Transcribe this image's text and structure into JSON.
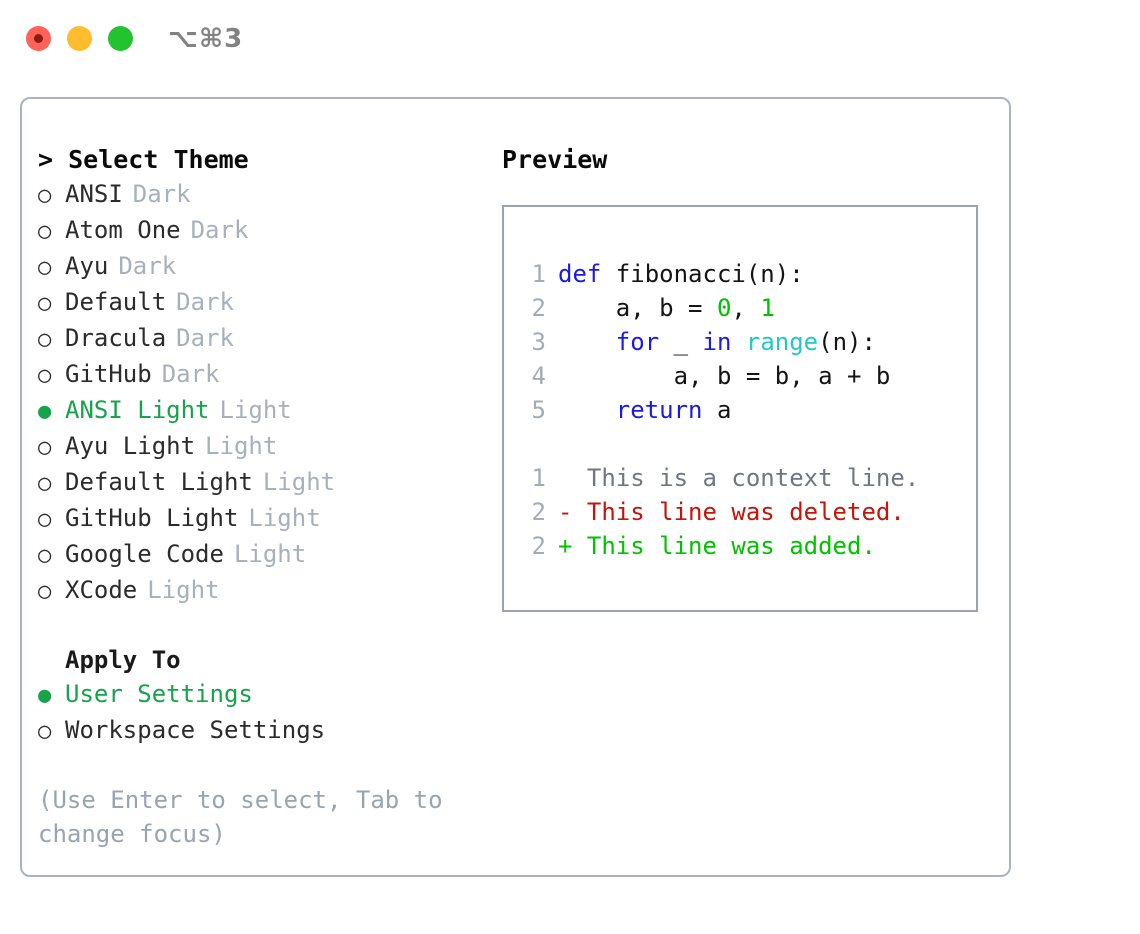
{
  "titlebar": {
    "buttons": [
      {
        "name": "close",
        "color": "#ff6257"
      },
      {
        "name": "minimize",
        "color": "#ffbd2e"
      },
      {
        "name": "zoom",
        "color": "#22c32e"
      }
    ],
    "shortcut": "⌥⌘3"
  },
  "left": {
    "heading": "> Select Theme",
    "themes": [
      {
        "marker": "○",
        "name": "ANSI",
        "kind": "Dark",
        "selected": false
      },
      {
        "marker": "○",
        "name": "Atom One",
        "kind": "Dark",
        "selected": false
      },
      {
        "marker": "○",
        "name": "Ayu",
        "kind": "Dark",
        "selected": false
      },
      {
        "marker": "○",
        "name": "Default",
        "kind": "Dark",
        "selected": false
      },
      {
        "marker": "○",
        "name": "Dracula",
        "kind": "Dark",
        "selected": false
      },
      {
        "marker": "○",
        "name": "GitHub",
        "kind": "Dark",
        "selected": false
      },
      {
        "marker": "●",
        "name": "ANSI Light",
        "kind": "Light",
        "selected": true
      },
      {
        "marker": "○",
        "name": "Ayu Light",
        "kind": "Light",
        "selected": false
      },
      {
        "marker": "○",
        "name": "Default Light",
        "kind": "Light",
        "selected": false
      },
      {
        "marker": "○",
        "name": "GitHub Light",
        "kind": "Light",
        "selected": false
      },
      {
        "marker": "○",
        "name": "Google Code",
        "kind": "Light",
        "selected": false
      },
      {
        "marker": "○",
        "name": "XCode",
        "kind": "Light",
        "selected": false
      }
    ],
    "apply_to_heading": "Apply To",
    "apply_to": [
      {
        "marker": "●",
        "name": "User Settings",
        "selected": true
      },
      {
        "marker": "○",
        "name": "Workspace Settings",
        "selected": false
      }
    ],
    "hint": "(Use Enter to select, Tab to change focus)"
  },
  "right": {
    "title": "Preview",
    "code_lines": [
      {
        "no": "1",
        "tokens": [
          {
            "t": "def ",
            "c": "kw"
          },
          {
            "t": "fibonacci(n):",
            "c": "plain"
          }
        ]
      },
      {
        "no": "2",
        "tokens": [
          {
            "t": "    a, b = ",
            "c": "plain"
          },
          {
            "t": "0",
            "c": "num"
          },
          {
            "t": ", ",
            "c": "plain"
          },
          {
            "t": "1",
            "c": "num"
          }
        ]
      },
      {
        "no": "3",
        "tokens": [
          {
            "t": "    ",
            "c": "plain"
          },
          {
            "t": "for",
            "c": "kw"
          },
          {
            "t": " _ ",
            "c": "plain"
          },
          {
            "t": "in",
            "c": "kw"
          },
          {
            "t": " ",
            "c": "plain"
          },
          {
            "t": "range",
            "c": "fn"
          },
          {
            "t": "(n):",
            "c": "plain"
          }
        ]
      },
      {
        "no": "4",
        "tokens": [
          {
            "t": "        a, b = b, a + b",
            "c": "plain"
          }
        ]
      },
      {
        "no": "5",
        "tokens": [
          {
            "t": "    ",
            "c": "plain"
          },
          {
            "t": "return",
            "c": "kw"
          },
          {
            "t": " a",
            "c": "plain"
          }
        ]
      }
    ],
    "diff_lines": [
      {
        "no": "1",
        "sign": " ",
        "text": " This is a context line.",
        "kind": "ctx"
      },
      {
        "no": "2",
        "sign": "-",
        "text": " This line was deleted.",
        "kind": "del"
      },
      {
        "no": "2",
        "sign": "+",
        "text": " This line was added.",
        "kind": "add"
      }
    ]
  },
  "colors": {
    "accent_green": "#16a34a",
    "keyword_blue": "#1a1ae0",
    "function_cyan": "#22c8c8",
    "number_green": "#00c200",
    "diff_add": "#00c200",
    "diff_del": "#c4140b",
    "muted": "#a8b0bc",
    "border": "#aab3c0"
  }
}
